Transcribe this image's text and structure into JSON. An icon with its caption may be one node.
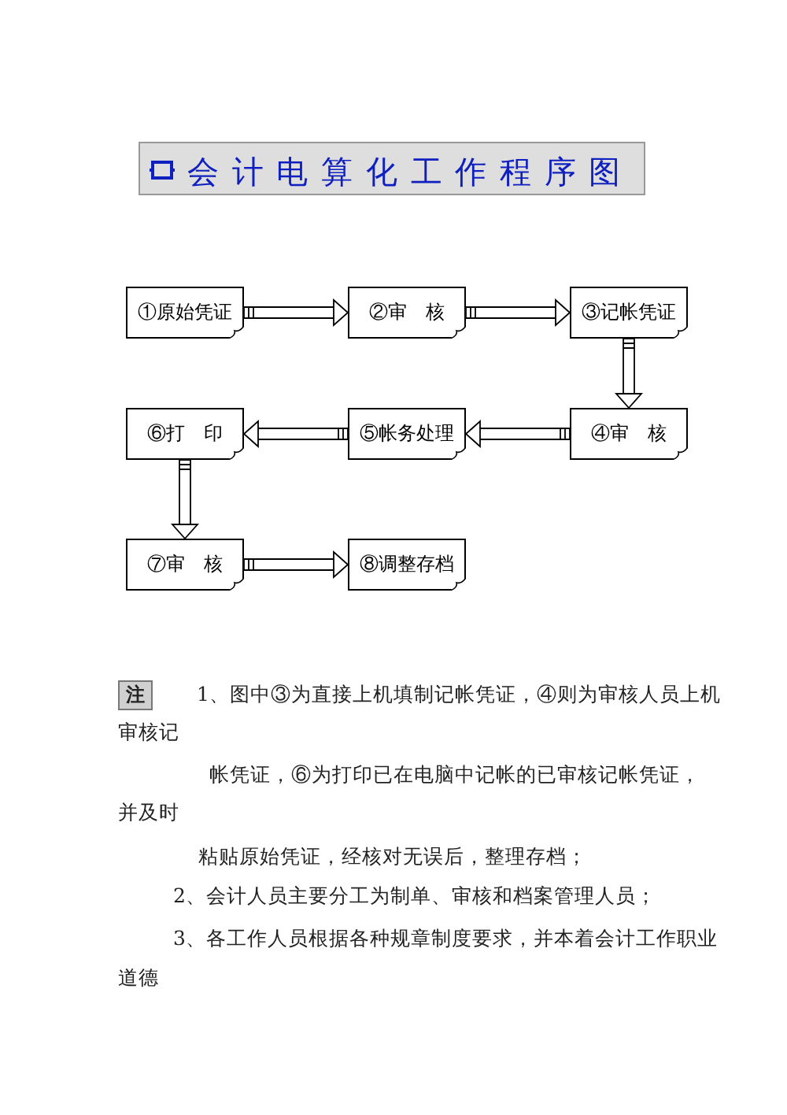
{
  "diagram": {
    "title": "会 计 电 算 化 工 作 程 序 图",
    "nodes": [
      {
        "text": [
          "①原始凭证"
        ]
      },
      {
        "text": [
          "②审　核"
        ]
      },
      {
        "text": [
          "③记帐凭证"
        ]
      },
      {
        "text": [
          "⑥打　印"
        ]
      },
      {
        "text": [
          "⑤帐务处理"
        ]
      },
      {
        "text": [
          "④审　核"
        ]
      },
      {
        "text": [
          "⑦审　核"
        ]
      },
      {
        "text": [
          "⑧调整存档"
        ]
      }
    ],
    "edges": [
      {
        "from": 0,
        "to": 1,
        "arrow": "to"
      },
      {
        "from": 1,
        "to": 2,
        "arrow": "to"
      },
      {
        "from": 2,
        "to": 5,
        "arrow": "to"
      },
      {
        "from": 5,
        "to": 4,
        "arrow": "to"
      },
      {
        "from": 4,
        "to": 3,
        "arrow": "to"
      },
      {
        "from": 3,
        "to": 6,
        "arrow": "to"
      },
      {
        "from": 6,
        "to": 7,
        "arrow": "to"
      }
    ],
    "labels": [
      "注",
      "1、图中③为直接上机填制记帐凭证，④则为审核人员上机",
      "审核记",
      "帐凭证，⑥为打印已在电脑中记帐的已审核记帐凭证，",
      "并及时",
      "粘贴原始凭证，经核对无误后，整理存档；",
      "2、会计人员主要分工为制单、审核和档案管理人员；",
      "3、各工作人员根据各种规章制度要求，并本着会计工作职业",
      "道德"
    ]
  }
}
